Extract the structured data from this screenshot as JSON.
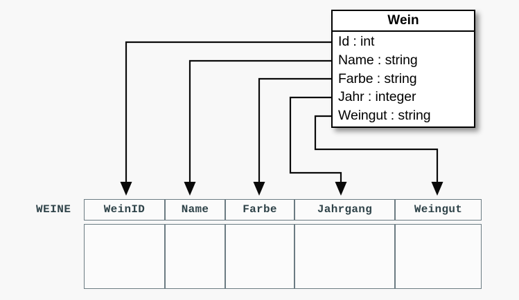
{
  "background_color": "#f8f8f8",
  "uml_class": {
    "name": "Wein",
    "attributes": [
      {
        "label": "Id : int",
        "name": "Id",
        "type": "int"
      },
      {
        "label": "Name : string",
        "name": "Name",
        "type": "string"
      },
      {
        "label": "Farbe : string",
        "name": "Farbe",
        "type": "string"
      },
      {
        "label": "Jahr : integer",
        "name": "Jahr",
        "type": "integer"
      },
      {
        "label": "Weingut : string",
        "name": "Weingut",
        "type": "string"
      }
    ]
  },
  "relation": {
    "label": "WEINE",
    "columns": [
      {
        "header": "WeinID"
      },
      {
        "header": "Name"
      },
      {
        "header": "Farbe"
      },
      {
        "header": "Jahrgang"
      },
      {
        "header": "Weingut"
      }
    ],
    "rows": [
      [
        "",
        "",
        "",
        "",
        ""
      ]
    ]
  },
  "mappings": [
    {
      "from": "Id",
      "to": "WeinID"
    },
    {
      "from": "Name",
      "to": "Name"
    },
    {
      "from": "Farbe",
      "to": "Farbe"
    },
    {
      "from": "Jahr",
      "to": "Jahrgang"
    },
    {
      "from": "Weingut",
      "to": "Weingut"
    }
  ],
  "colors": {
    "line": "#0a0a0a",
    "table_border": "#6b7b82",
    "table_text": "#2f4349",
    "box_border": "#000000"
  }
}
